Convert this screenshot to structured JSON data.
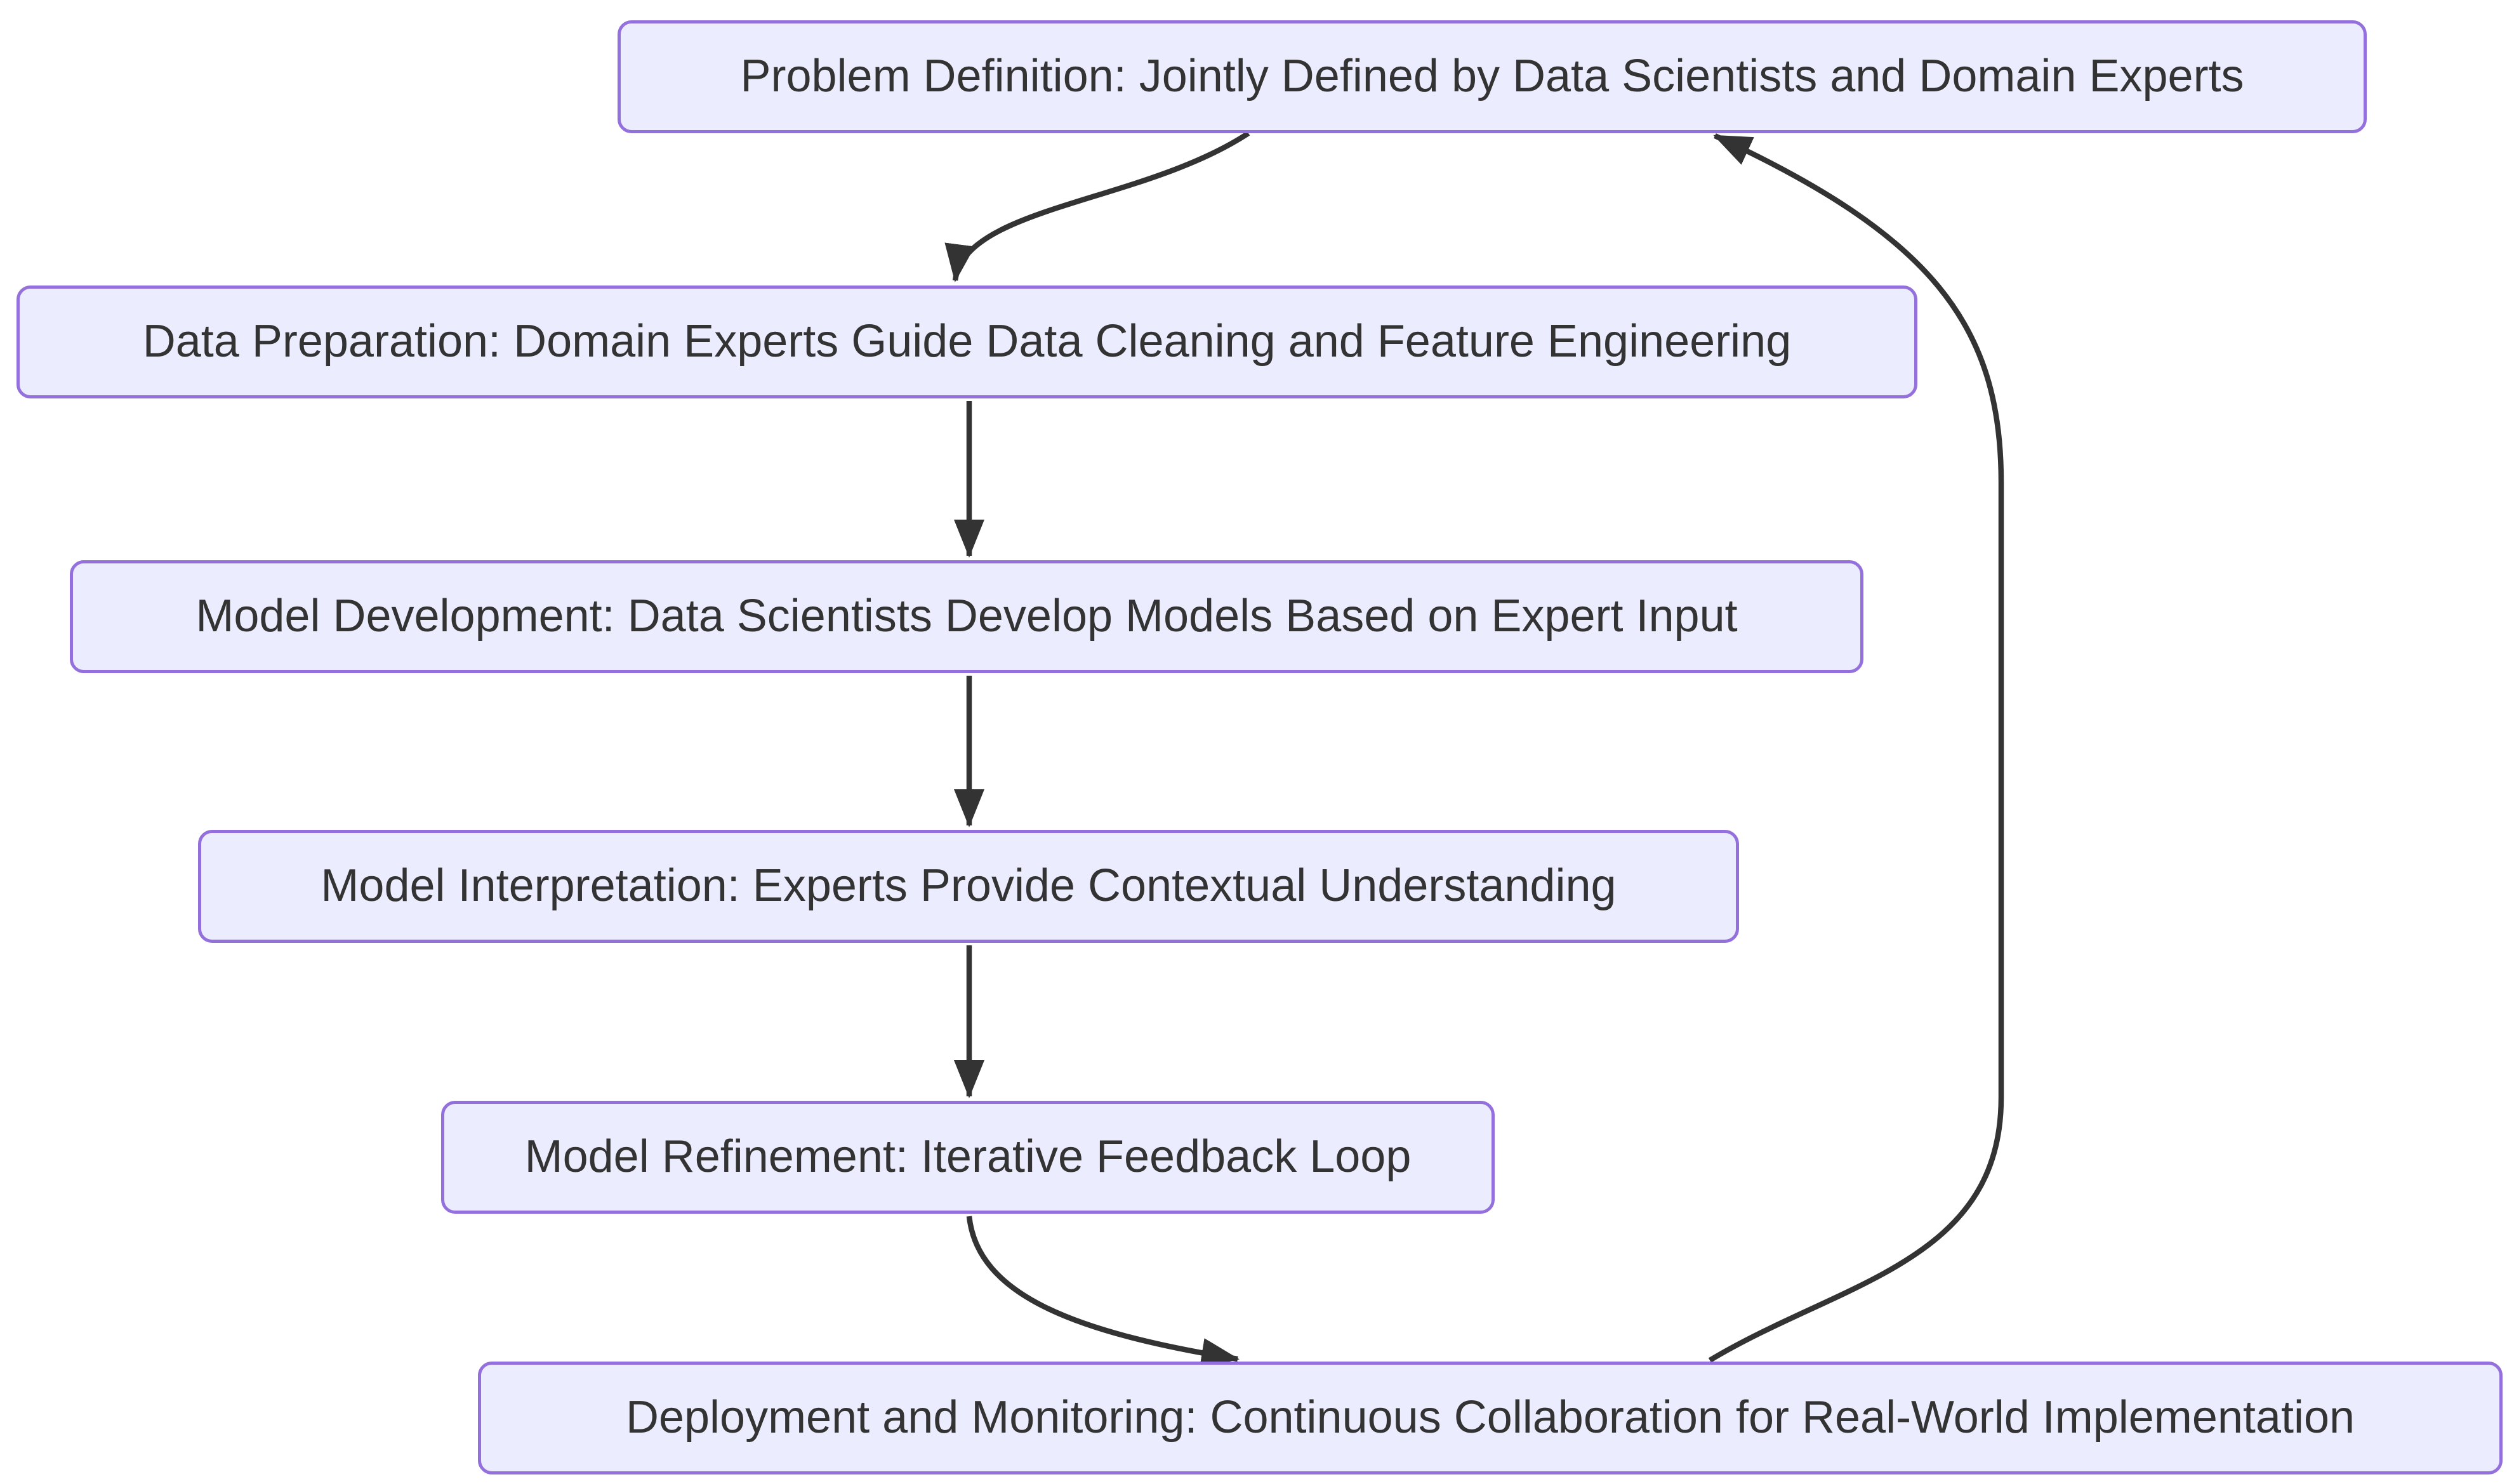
{
  "diagram": {
    "type": "flowchart",
    "direction": "top-down",
    "colors": {
      "node_fill": "#ECECFF",
      "node_border": "#9370DB",
      "edge": "#333333",
      "text": "#333333",
      "background": "#FFFFFF"
    },
    "nodes": [
      {
        "id": "problem-definition",
        "label": "Problem Definition: Jointly Defined by Data Scientists and Domain Experts"
      },
      {
        "id": "data-preparation",
        "label": "Data Preparation: Domain Experts Guide Data Cleaning and Feature Engineering"
      },
      {
        "id": "model-development",
        "label": "Model Development: Data Scientists Develop Models Based on Expert Input"
      },
      {
        "id": "model-interpretation",
        "label": "Model Interpretation: Experts Provide Contextual Understanding"
      },
      {
        "id": "model-refinement",
        "label": "Model Refinement: Iterative Feedback Loop"
      },
      {
        "id": "deployment-and-monitoring",
        "label": "Deployment and Monitoring: Continuous Collaboration for Real-World Implementation"
      }
    ],
    "edges": [
      {
        "from": "problem-definition",
        "to": "data-preparation",
        "style": "curved"
      },
      {
        "from": "data-preparation",
        "to": "model-development",
        "style": "straight"
      },
      {
        "from": "model-development",
        "to": "model-interpretation",
        "style": "straight"
      },
      {
        "from": "model-interpretation",
        "to": "model-refinement",
        "style": "straight"
      },
      {
        "from": "model-refinement",
        "to": "deployment-and-monitoring",
        "style": "curved"
      },
      {
        "from": "deployment-and-monitoring",
        "to": "problem-definition",
        "style": "curved-loop-right"
      }
    ]
  }
}
